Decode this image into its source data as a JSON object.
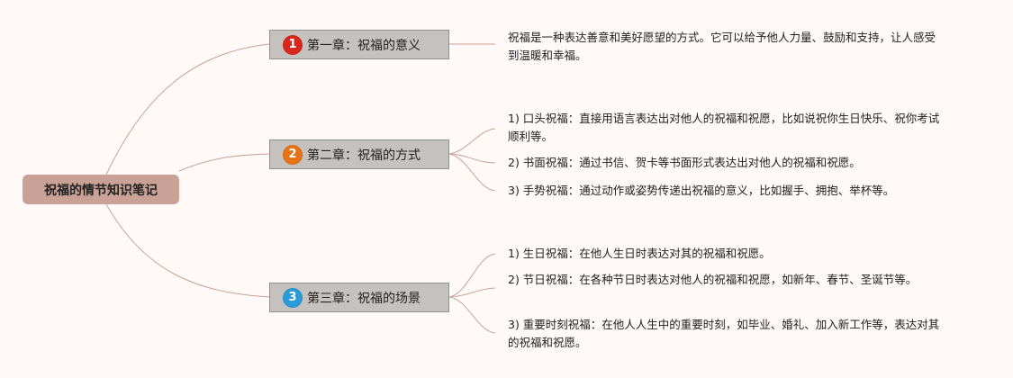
{
  "root": {
    "title": "祝福的情节知识笔记"
  },
  "colors": {
    "line": "#c9a196",
    "badge1": "#d9281b",
    "badge2": "#e77316",
    "badge3": "#2a9bd6"
  },
  "chapters": [
    {
      "number": "1",
      "title": "第一章：祝福的意义",
      "notes": [
        "祝福是一种表达善意和美好愿望的方式。它可以给予他人力量、鼓励和支持，让人感受到温暖和幸福。"
      ]
    },
    {
      "number": "2",
      "title": "第二章：祝福的方式",
      "notes": [
        "1) 口头祝福：直接用语言表达出对他人的祝福和祝愿，比如说祝你生日快乐、祝你考试顺利等。",
        "2) 书面祝福：通过书信、贺卡等书面形式表达出对他人的祝福和祝愿。",
        "3) 手势祝福：通过动作或姿势传递出祝福的意义，比如握手、拥抱、举杯等。"
      ]
    },
    {
      "number": "3",
      "title": "第三章：祝福的场景",
      "notes": [
        "1) 生日祝福：在他人生日时表达对其的祝福和祝愿。",
        "2) 节日祝福：在各种节日时表达对他人的祝福和祝愿，如新年、春节、圣诞节等。",
        "3) 重要时刻祝福：在他人人生中的重要时刻，如毕业、婚礼、加入新工作等，表达对其的祝福和祝愿。"
      ]
    }
  ]
}
